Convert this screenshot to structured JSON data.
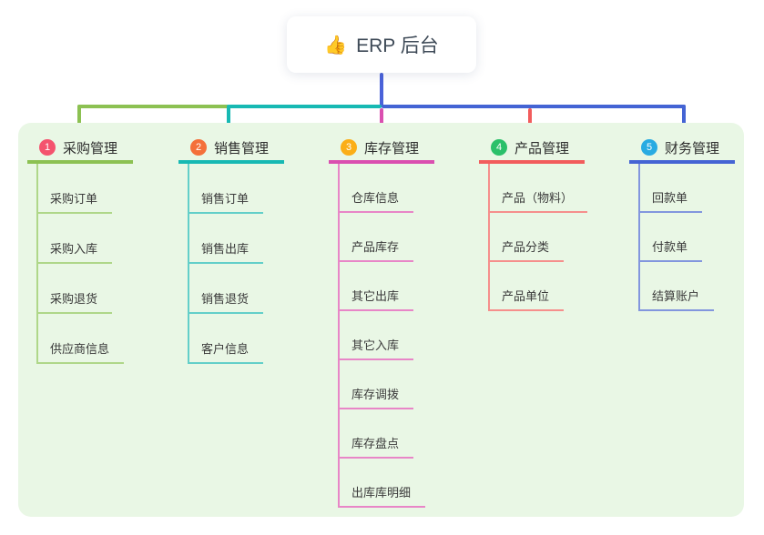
{
  "root": {
    "icon": "👍",
    "label": "ERP 后台"
  },
  "branches": [
    {
      "num": "1",
      "label": "采购管理",
      "color": "#8CC152",
      "line_light": "#AFD789",
      "badge_color": "#F4536E",
      "children": [
        "采购订单",
        "采购入库",
        "采购退货",
        "供应商信息"
      ]
    },
    {
      "num": "2",
      "label": "销售管理",
      "color": "#17B9B3",
      "line_light": "#63CFC9",
      "badge_color": "#F4703A",
      "children": [
        "销售订单",
        "销售出库",
        "销售退货",
        "客户信息"
      ]
    },
    {
      "num": "3",
      "label": "库存管理",
      "color": "#DA4FB0",
      "line_light": "#E886C7",
      "badge_color": "#FBAE17",
      "children": [
        "仓库信息",
        "产品库存",
        "其它出库",
        "其它入库",
        "库存调拨",
        "库存盘点",
        "出库库明细"
      ]
    },
    {
      "num": "4",
      "label": "产品管理",
      "color": "#F25C5C",
      "line_light": "#F68F8C",
      "badge_color": "#2BC06A",
      "children": [
        "产品（物料）",
        "产品分类",
        "产品单位"
      ]
    },
    {
      "num": "5",
      "label": "财务管理",
      "color": "#4464D4",
      "line_light": "#8296DE",
      "badge_color": "#29ABE2",
      "children": [
        "回款单",
        "付款单",
        "结算账户"
      ]
    }
  ],
  "colors": {
    "canvas_bg": "#FFFFFF",
    "panel_bg": "#E9F7E5",
    "root_line": "#4A62D9",
    "text": "#333333"
  }
}
